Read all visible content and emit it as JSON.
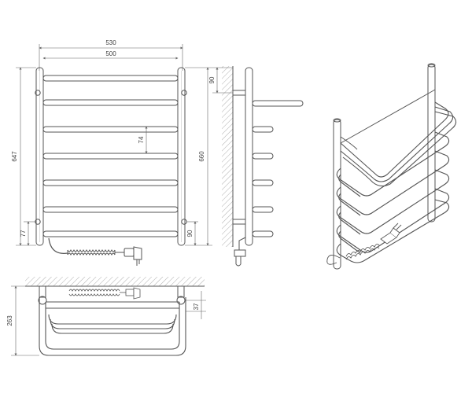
{
  "colors": {
    "line": "#555555",
    "dim": "#666666",
    "hatch": "#999999",
    "text": "#444444",
    "background": "#ffffff"
  },
  "dimensions": {
    "overall_width": "530",
    "rail_width": "500",
    "overall_height": "647",
    "axis_height": "660",
    "rail_gap": "74",
    "bottom_offset_left": "77",
    "bottom_offset_right": "90",
    "top_offset_side": "90",
    "depth": "263",
    "shelf_offset": "37"
  }
}
